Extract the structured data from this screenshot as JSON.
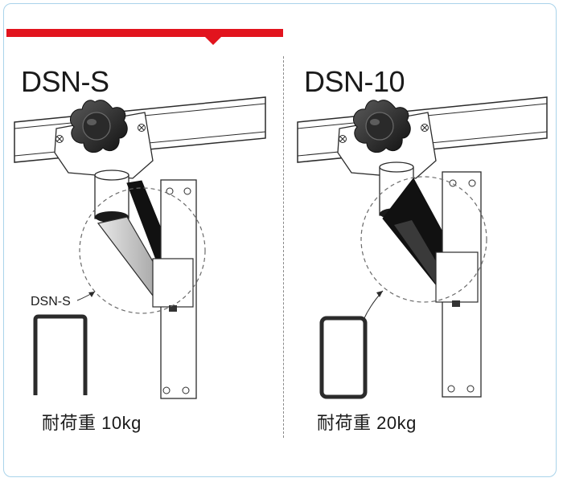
{
  "left": {
    "title": "DSN-S",
    "callout": "DSN-S",
    "load_label": "耐荷重 10kg"
  },
  "right": {
    "title": "DSN-10",
    "load_label": "耐荷重 20kg"
  },
  "colors": {
    "accent_red": "#e2141e",
    "frame_border": "#a9d3ea",
    "line": "#2b2b2b"
  }
}
